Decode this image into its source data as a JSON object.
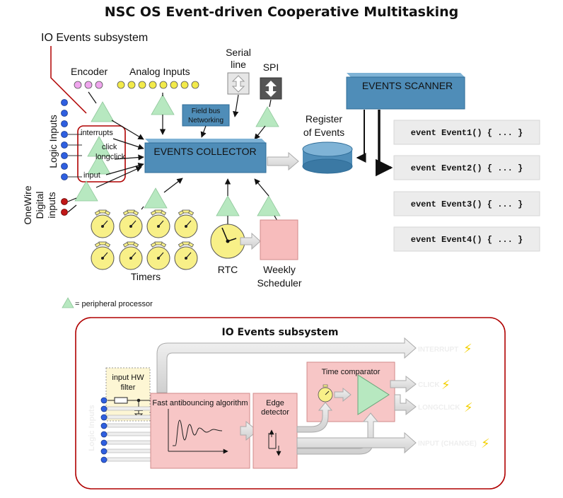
{
  "title": "NSC OS Event-driven Cooperative Multitasking",
  "io_subsystem_label": "IO Events subsystem",
  "inputs": {
    "encoder": "Encoder",
    "analog": "Analog Inputs",
    "serial_line_1": "Serial",
    "serial_line_2": "line",
    "spi": "SPI",
    "fieldbus_1": "Field bus",
    "fieldbus_2": "Networking",
    "logic_inputs": "Logic Inputs",
    "onewire_1": "OneWire",
    "onewire_2": "Digital",
    "onewire_3": "inputs",
    "interrupts": "interrupts",
    "click": "click",
    "longclick": "longclick",
    "input": "input"
  },
  "collector": "EVENTS COLLECTOR",
  "register_1": "Register",
  "register_2": "of Events",
  "scanner": "EVENTS SCANNER",
  "events": [
    "event Event1() { ... }",
    "event Event2() { ... }",
    "event Event3() { ... }",
    "event Event4() { ... }"
  ],
  "timers": "Timers",
  "rtc": "RTC",
  "weekly_1": "Weekly",
  "weekly_2": "Scheduler",
  "legend": "= peripheral processor",
  "detail": {
    "title": "IO Events subsystem",
    "hw_filter_1": "input HW",
    "hw_filter_2": "filter",
    "logic_inputs": "Logic Inputs",
    "antibounce": "Fast antibouncing algorithm",
    "edge_1": "Edge",
    "edge_2": "detector",
    "time_comparator": "Time comparator",
    "outputs": {
      "interrupt": "INTERRUPT",
      "click": "CLICK",
      "longclick": "LONGCLICK",
      "input_change": "INPUT (CHANGE)"
    }
  },
  "colors": {
    "processor_triangle": "#b7e8c0",
    "collector": "#4f8db8",
    "pink_block": "#f7c6c6",
    "timer_face": "#f8f088",
    "frame": "#b00000",
    "code_box": "#ececec"
  }
}
